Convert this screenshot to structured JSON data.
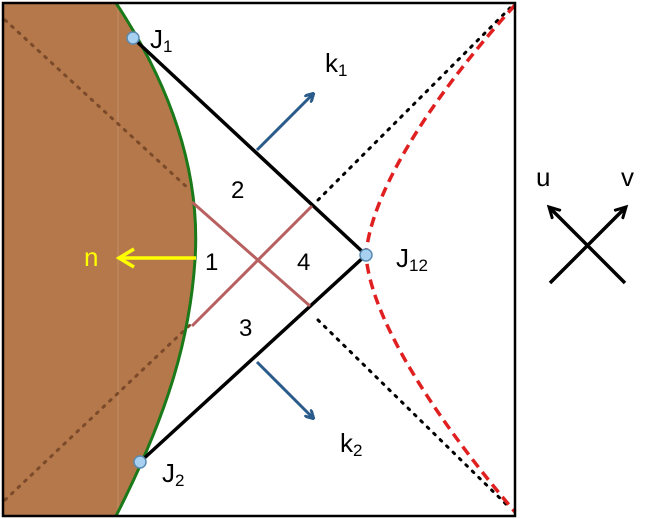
{
  "labels": {
    "j1": {
      "main": "J",
      "sub": "1"
    },
    "j2": {
      "main": "J",
      "sub": "2"
    },
    "j12": {
      "main": "J",
      "sub": "12"
    },
    "k1": {
      "main": "k",
      "sub": "1"
    },
    "k2": {
      "main": "k",
      "sub": "2"
    },
    "n": "n",
    "u": "u",
    "v": "v",
    "region1": "1",
    "region2": "2",
    "region3": "3",
    "region4": "4"
  },
  "colors": {
    "fill_region": "#b5784a",
    "boundary_curve": "#1a7a1a",
    "horizon_curve": "#e02020",
    "normal_arrow": "#ffff00",
    "k_arrows": "#2a5b8a",
    "crossing_lines": "#b86060",
    "dotted_left": "#7a4a2a",
    "dotted_right": "#000000",
    "point_fill": "#a8d0f0",
    "point_stroke": "#5a8ab0"
  }
}
